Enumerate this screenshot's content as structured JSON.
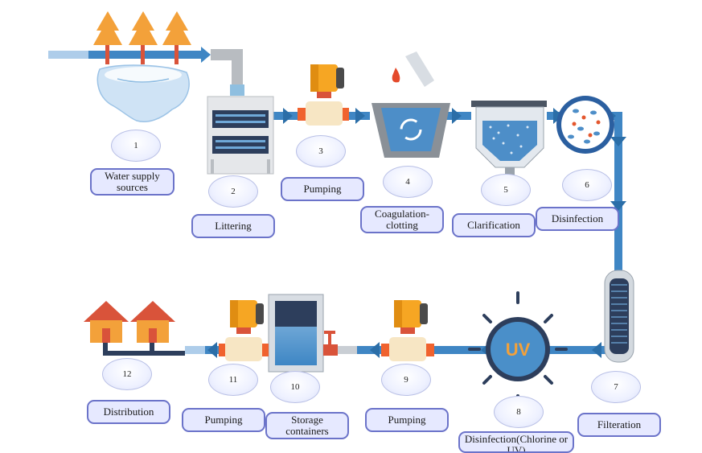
{
  "steps": [
    {
      "number": "1",
      "label": "Water supply sources"
    },
    {
      "number": "2",
      "label": "Littering"
    },
    {
      "number": "3",
      "label": "Pumping"
    },
    {
      "number": "4",
      "label": "Coagulation-clotting"
    },
    {
      "number": "5",
      "label": "Clarification"
    },
    {
      "number": "6",
      "label": "Disinfection"
    },
    {
      "number": "7",
      "label": "Filteration"
    },
    {
      "number": "8",
      "label": "Disinfection(Chlorine or UV)"
    },
    {
      "number": "9",
      "label": "Pumping"
    },
    {
      "number": "10",
      "label": "Storage containers"
    },
    {
      "number": "11",
      "label": "Pumping"
    },
    {
      "number": "12",
      "label": "Distribution"
    }
  ],
  "uv_text": "UV",
  "colors": {
    "pipe": "#3f86c4",
    "pipe_dark": "#2b6ea8",
    "tree": "#f3a13a",
    "tree_trunk": "#d9533a",
    "pump": "#f6a623",
    "coupling": "#f0622e",
    "label_fill": "#e6e9ff",
    "label_border": "#6b73c9",
    "uv_body": "#4a8fc9",
    "uv_text": "#f3a13a"
  }
}
